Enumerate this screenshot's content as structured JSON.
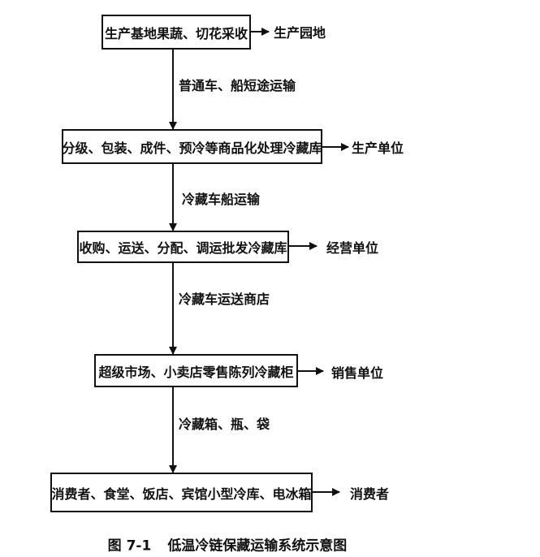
{
  "stages": [
    {
      "box": "生产基地果蔬、切花采收",
      "role": "生产园地"
    },
    {
      "box": "分级、包装、成件、预冷等商品化处理冷藏库",
      "role": "生产单位"
    },
    {
      "box": "收购、运送、分配、调运批发冷藏库",
      "role": "经营单位"
    },
    {
      "box": "超级市场、小卖店零售陈列冷藏柜",
      "role": "销售单位"
    },
    {
      "box": "消费者、食堂、饭店、宾馆小型冷库、电冰箱",
      "role": "消费者"
    }
  ],
  "transports": [
    "普通车、船短途运输",
    "冷藏车船运输",
    "冷藏车运送商店",
    "冷藏箱、瓶、袋"
  ],
  "caption": {
    "number": "图 7-1",
    "title": "低温冷链保藏运输系统示意图"
  }
}
